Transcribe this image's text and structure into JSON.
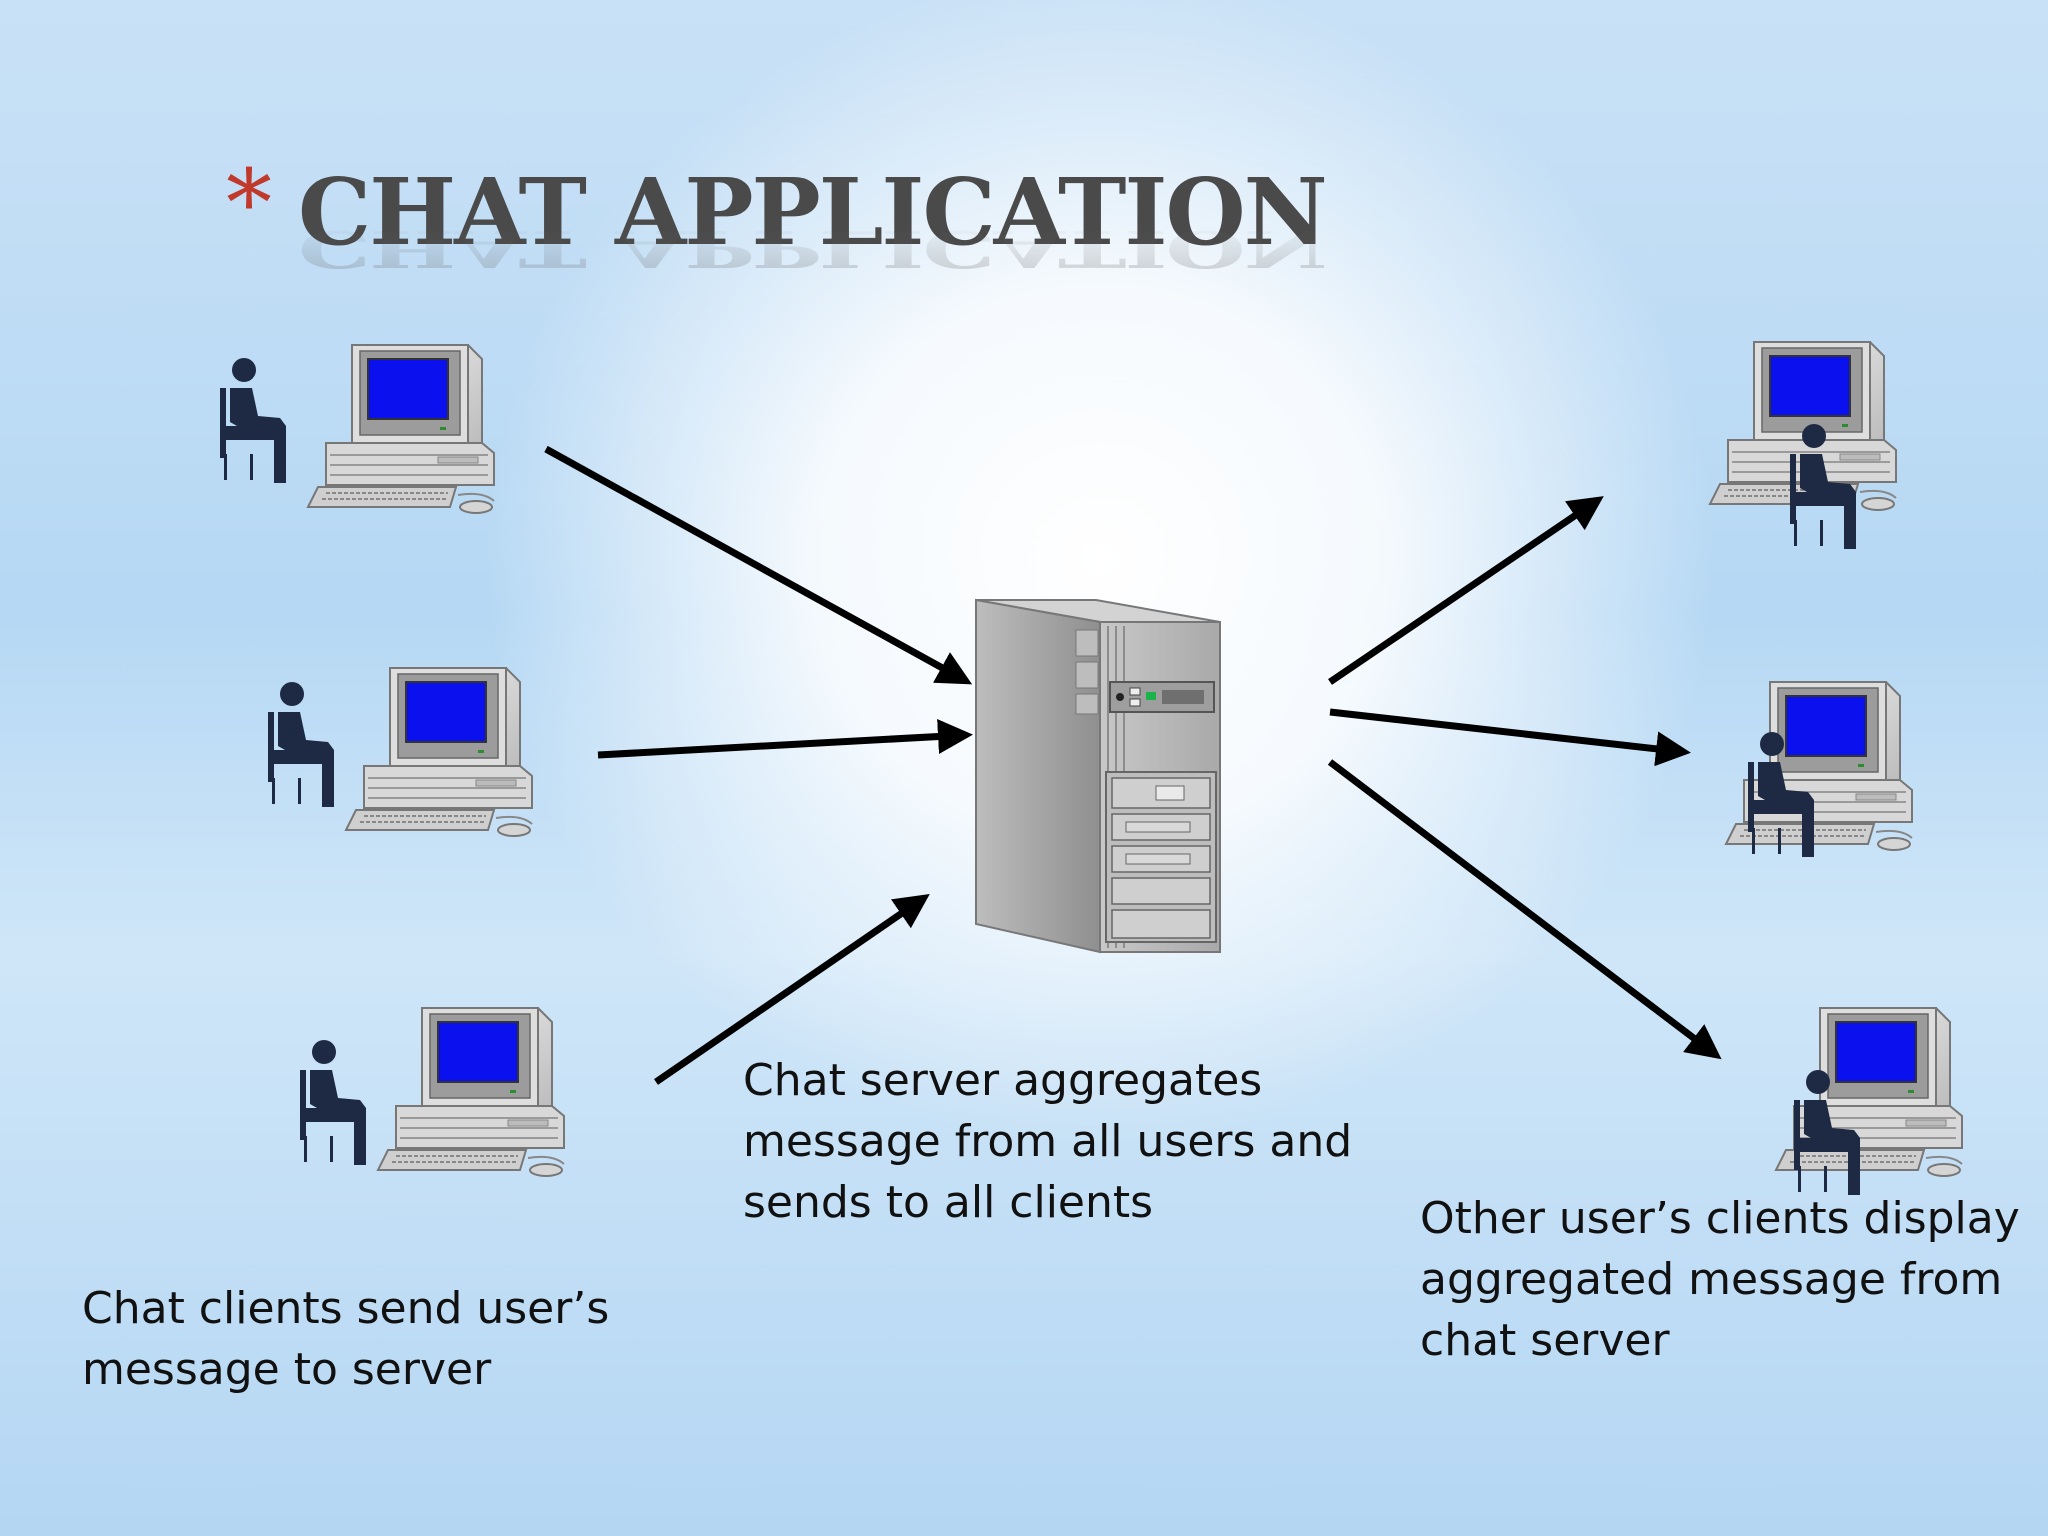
{
  "slide": {
    "title_marker": "*",
    "title": "CHAT APPLICATION"
  },
  "captions": {
    "clients": "Chat clients send user’s\nmessage to server",
    "server": "Chat server aggregates\nmessage from all users and\nsends to all clients",
    "others": "Other user’s clients display\naggregated message from\nchat server"
  },
  "colors": {
    "title": "#4a4a4a",
    "asterisk": "#c0392b",
    "screen": "#0a10ee",
    "person": "#1e2a44",
    "arrow": "#000000",
    "server_body": "#b5b5b5"
  },
  "icons": {
    "workstation": "user-at-computer-icon",
    "server": "server-tower-icon",
    "arrow": "arrow-icon"
  }
}
